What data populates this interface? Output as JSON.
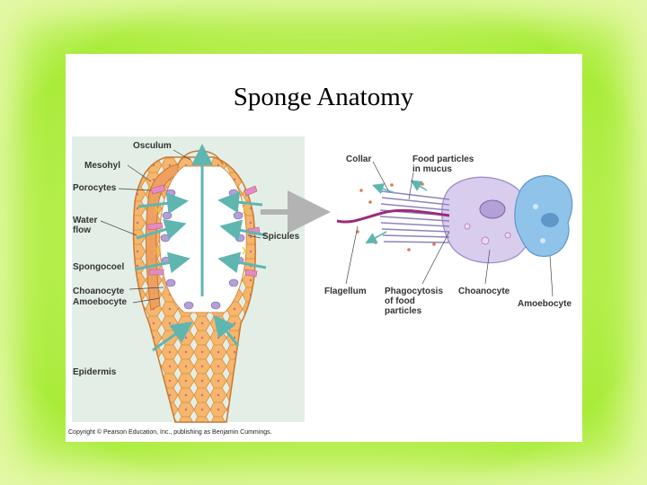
{
  "slide": {
    "title": "Sponge Anatomy",
    "copyright": "Copyright © Pearson Education, Inc., publishing as Benjamin Cummings."
  },
  "labels": {
    "osculum": "Osculum",
    "mesohyl": "Mesohyl",
    "porocytes": "Porocytes",
    "water_flow_line1": "Water",
    "water_flow_line2": "flow",
    "spongocoel": "Spongocoel",
    "choanocyte_left": "Choanocyte",
    "amoebocyte_left": "Amoebocyte",
    "epidermis": "Epidermis",
    "spicules": "Spicules",
    "collar": "Collar",
    "food_particles_line1": "Food particles",
    "food_particles_line2": "in mucus",
    "flagellum": "Flagellum",
    "phagocytosis_line1": "Phagocytosis",
    "phagocytosis_line2": "of food",
    "phagocytosis_line3": "particles",
    "choanocyte_right": "Choanocyte",
    "amoebocyte_right": "Amoebocyte"
  },
  "colors": {
    "background": "#b6ee4e",
    "card": "#ffffff",
    "body_tissue": "#f0a55a",
    "cavity": "#ffffff",
    "water_arrow": "#5fb6b0",
    "choanocyte_purple": "#b49fd6",
    "amoebocyte_blue": "#8fc3ea",
    "flagellum_magenta": "#9b2c7c",
    "zoom_arrow": "#b3b3b3"
  }
}
